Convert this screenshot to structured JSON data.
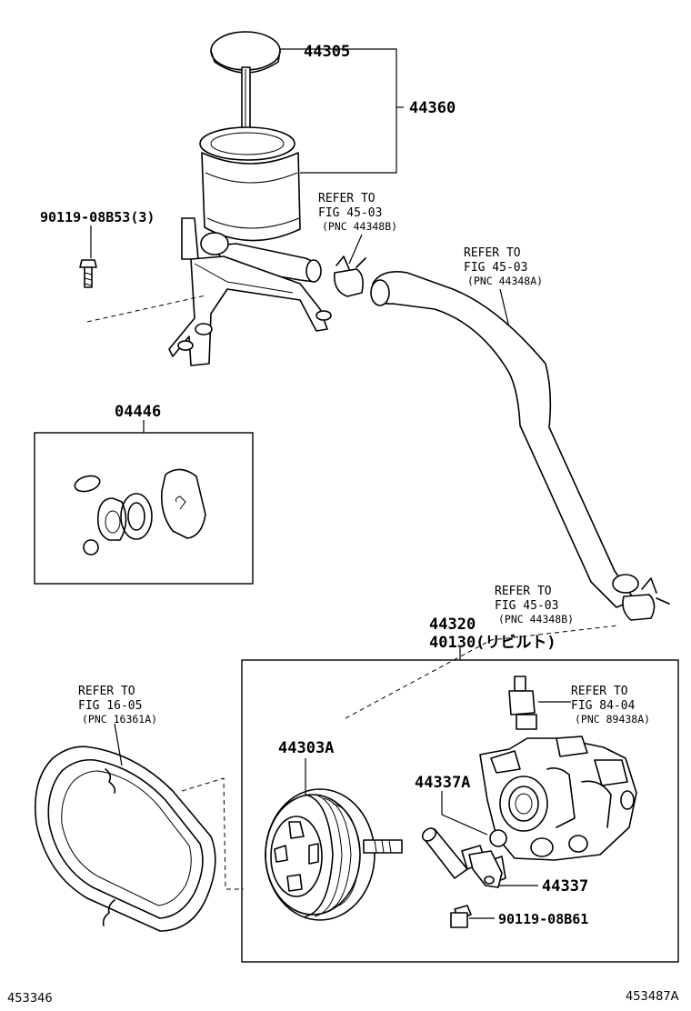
{
  "labels": {
    "p44305": "44305",
    "p44360": "44360",
    "bolt_top": "90119-08B53(3)",
    "kit": "04446",
    "p44320": "44320",
    "p40130": "40130(リビルト)",
    "pulley": "44303A",
    "p44337a": "44337A",
    "p44337": "44337",
    "bolt_bottom": "90119-08B61"
  },
  "refs": {
    "r1": {
      "line1": "REFER TO",
      "line2": "FIG 45-03",
      "line3": "(PNC 44348B)"
    },
    "r2": {
      "line1": "REFER TO",
      "line2": "FIG 45-03",
      "line3": "(PNC 44348A)"
    },
    "r3": {
      "line1": "REFER TO",
      "line2": "FIG 45-03",
      "line3": "(PNC 44348B)"
    },
    "r4": {
      "line1": "REFER TO",
      "line2": "FIG 16-05",
      "line3": "(PNC 16361A)"
    },
    "r5": {
      "line1": "REFER TO",
      "line2": "FIG 84-04",
      "line3": "(PNC 89438A)"
    }
  },
  "codes": {
    "left": "453346",
    "right": "453487A"
  }
}
